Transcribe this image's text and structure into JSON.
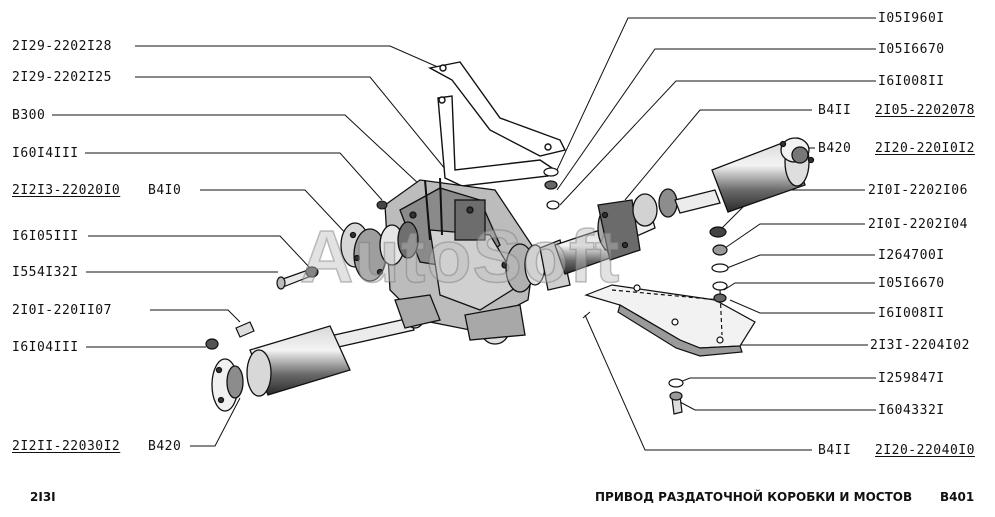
{
  "labels": {
    "l1": "2I29-2202I28",
    "l2": "2I29-2202I25",
    "l3": "B300",
    "l4": "I60I4III",
    "l5a": "2I2I3-22020I0",
    "l5b": "B4I0",
    "l6": "I6I05III",
    "l7": "I554I32I",
    "l8": "2I0I-220II07",
    "l9": "I6I04III",
    "l10a": "2I2II-22030I2",
    "l10b": "B420",
    "r1": "I05I960I",
    "r2": "I05I6670",
    "r3": "I6I008II",
    "r4a": "B4II",
    "r4b": "2I05-2202078",
    "r5a": "B420",
    "r5b": "2I20-220I0I2",
    "r6": "2I0I-2202I06",
    "r7": "2I0I-2202I04",
    "r8": "I264700I",
    "r9": "I05I6670",
    "r10": "I6I008II",
    "r11": "2I3I-2204I02",
    "r12": "I259847I",
    "r13": "I604332I",
    "r14a": "B4II",
    "r14b": "2I20-22040I0"
  },
  "footer": {
    "model": "2I3I",
    "title": "ПРИВОД РАЗДАТОЧНОЙ КОРОБКИ И МОСТОВ",
    "code": "B401"
  },
  "watermark": "AutoSoft",
  "colors": {
    "ink": "#111111",
    "shade": "#9a9a9a",
    "paper": "#ffffff"
  }
}
